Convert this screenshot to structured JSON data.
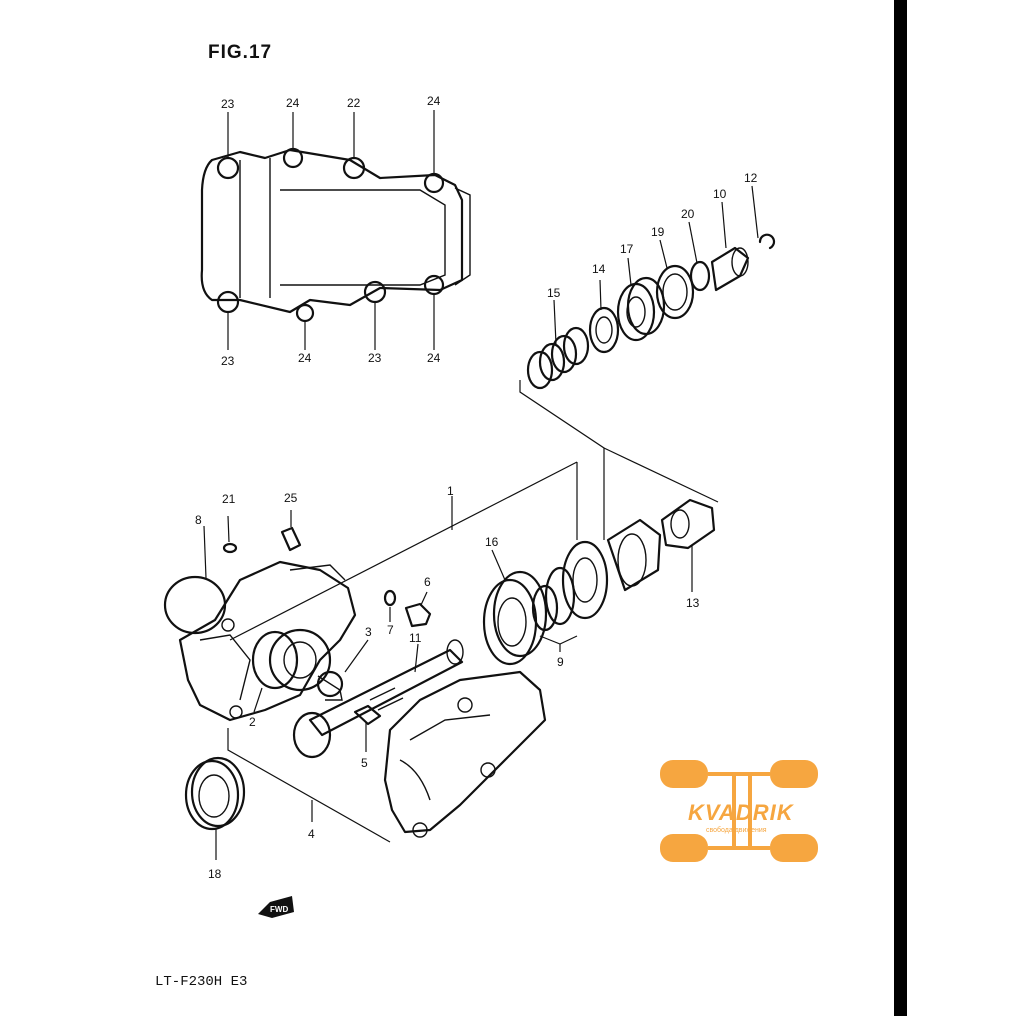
{
  "figure": {
    "title": "FIG.17",
    "model": "LT-F230H E3",
    "fwd_label": "FWD"
  },
  "watermark": {
    "brand": "KVADRIK",
    "tagline": "свобода движения"
  },
  "callouts": {
    "c1": "1",
    "c2": "2",
    "c3": "3",
    "c4": "4",
    "c5": "5",
    "c6": "6",
    "c7": "7",
    "c8": "8",
    "c9": "9",
    "c10": "10",
    "c11": "11",
    "c12": "12",
    "c13": "13",
    "c14": "14",
    "c15": "15",
    "c16": "16",
    "c17": "17",
    "c18": "18",
    "c19": "19",
    "c20": "20",
    "c21": "21",
    "c23_bl": "23",
    "c23_bm": "23",
    "c23_tl": "23",
    "c22": "22",
    "c24_t1": "24",
    "c24_t2": "24",
    "c24_b1": "24",
    "c24_b2": "24",
    "c25": "25"
  }
}
